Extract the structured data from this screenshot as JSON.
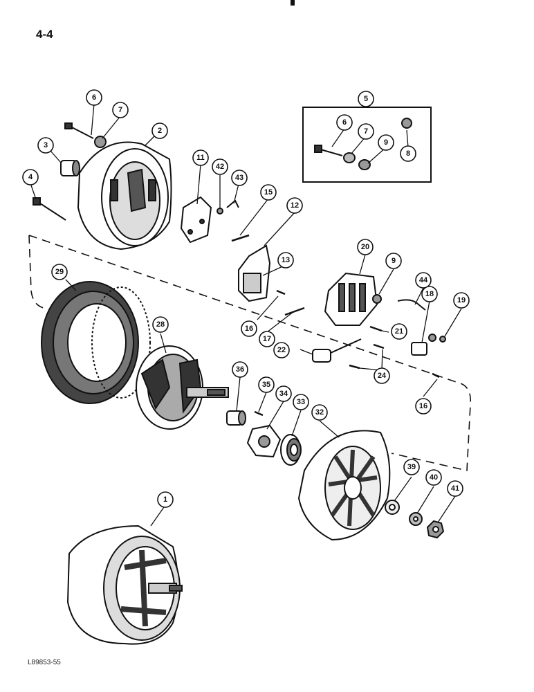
{
  "page_number": "4-4",
  "figure_code": "L89853-55",
  "callouts": [
    "1",
    "2",
    "3",
    "4",
    "5",
    "6",
    "7",
    "6",
    "7",
    "8",
    "9",
    "11",
    "42",
    "43",
    "15",
    "12",
    "13",
    "16",
    "17",
    "20",
    "9",
    "44",
    "18",
    "19",
    "21",
    "22",
    "24",
    "16",
    "29",
    "28",
    "36",
    "35",
    "34",
    "33",
    "32",
    "39",
    "40",
    "41"
  ]
}
